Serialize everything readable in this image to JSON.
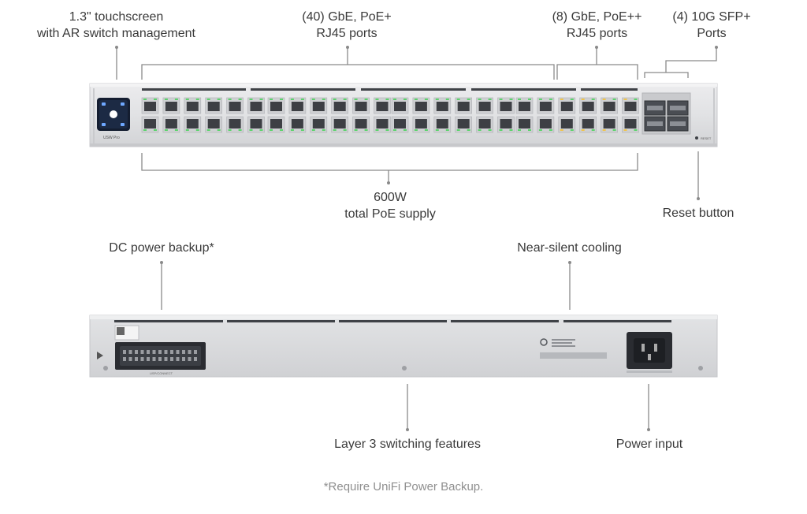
{
  "callouts": {
    "touchscreen": {
      "line1": "1.3\" touchscreen",
      "line2": "with AR switch management"
    },
    "gbe_poe": {
      "line1": "(40) GbE, PoE+",
      "line2": "RJ45 ports"
    },
    "gbe_poepp": {
      "line1": "(8) GbE, PoE++",
      "line2": "RJ45 ports"
    },
    "sfp": {
      "line1": "(4) 10G SFP+",
      "line2": "Ports"
    },
    "poe_supply": {
      "line1": "600W",
      "line2": "total PoE supply"
    },
    "reset": {
      "line1": "Reset button"
    },
    "dc_backup": {
      "line1": "DC power backup*"
    },
    "cooling": {
      "line1": "Near-silent cooling"
    },
    "layer3": {
      "line1": "Layer 3 switching features"
    },
    "power_input": {
      "line1": "Power input"
    }
  },
  "device": {
    "model_label": "USW Pro",
    "reset_label": "RESET",
    "usp_label": "USP/CONNECT"
  },
  "footnote": "*Require UniFi Power Backup.",
  "colors": {
    "chassis": "#e3e4e6",
    "chassis_edge": "#c9cacd",
    "port_face": "#cfd0d3",
    "port_hole": "#3d3f44",
    "led_green": "#5bd36b",
    "led_amber": "#f0c44a",
    "screen": "#1c2a44",
    "callout_line": "#8a8a8a"
  }
}
